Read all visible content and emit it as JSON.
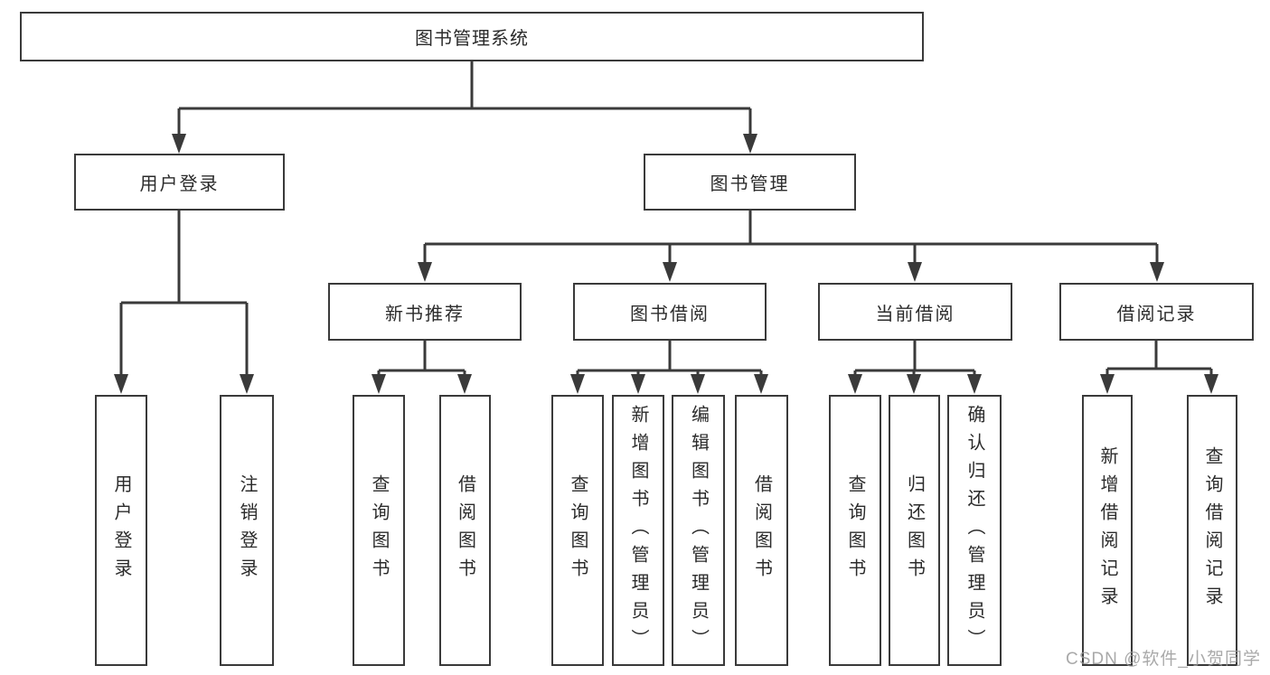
{
  "nodes": {
    "root": "图书管理系统",
    "level2": [
      "用户登录",
      "图书管理"
    ],
    "level3": [
      "新书推荐",
      "图书借阅",
      "当前借阅",
      "借阅记录"
    ],
    "leaves": [
      [
        "用户登录",
        "注销登录"
      ],
      [
        "查询图书",
        "借阅图书"
      ],
      [
        "查询图书",
        "新增图书（管理员）",
        "编辑图书（管理员）",
        "借阅图书"
      ],
      [
        "查询图书",
        "归还图书",
        "确认归还（管理员）"
      ],
      [
        "新增借阅记录",
        "查询借阅记录"
      ]
    ]
  },
  "watermark": "CSDN @软件_小贺同学",
  "colors": {
    "line": "#3a3a3a",
    "text": "#2b2b2b",
    "watermark": "#9a9a9a",
    "background": "#ffffff"
  }
}
